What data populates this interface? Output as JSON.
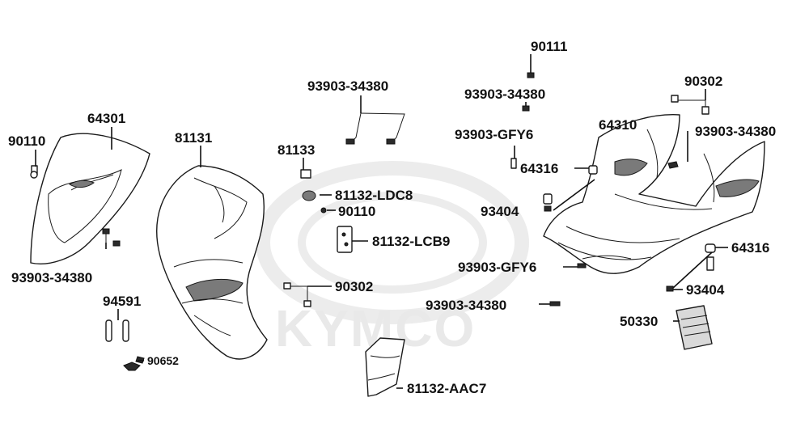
{
  "watermark": {
    "brand": "KYMCO"
  },
  "parts": [
    {
      "id": "p64301",
      "number": "64301"
    },
    {
      "id": "p90110a",
      "number": "90110"
    },
    {
      "id": "p93903_left",
      "number": "93903-34380"
    },
    {
      "id": "p81131",
      "number": "81131"
    },
    {
      "id": "p94591",
      "number": "94591"
    },
    {
      "id": "p90652",
      "number": "90652"
    },
    {
      "id": "p93903_top",
      "number": "93903-34380"
    },
    {
      "id": "p81133",
      "number": "81133"
    },
    {
      "id": "p81132ldc8",
      "number": "81132-LDC8"
    },
    {
      "id": "p90110b",
      "number": "90110"
    },
    {
      "id": "p81132lcb9",
      "number": "81132-LCB9"
    },
    {
      "id": "p90302a",
      "number": "90302"
    },
    {
      "id": "p81132aac7",
      "number": "81132-AAC7"
    },
    {
      "id": "p90111",
      "number": "90111"
    },
    {
      "id": "p93903_mid",
      "number": "93903-34380"
    },
    {
      "id": "p93903gfy6a",
      "number": "93903-GFY6"
    },
    {
      "id": "p64310",
      "number": "64310"
    },
    {
      "id": "p90302b",
      "number": "90302"
    },
    {
      "id": "p93903_right",
      "number": "93903-34380"
    },
    {
      "id": "p64316a",
      "number": "64316"
    },
    {
      "id": "p93404a",
      "number": "93404"
    },
    {
      "id": "p93903gfy6b",
      "number": "93903-GFY6"
    },
    {
      "id": "p64316b",
      "number": "64316"
    },
    {
      "id": "p93404b",
      "number": "93404"
    },
    {
      "id": "p93903_bottom",
      "number": "93903-34380"
    },
    {
      "id": "p50330",
      "number": "50330"
    }
  ]
}
